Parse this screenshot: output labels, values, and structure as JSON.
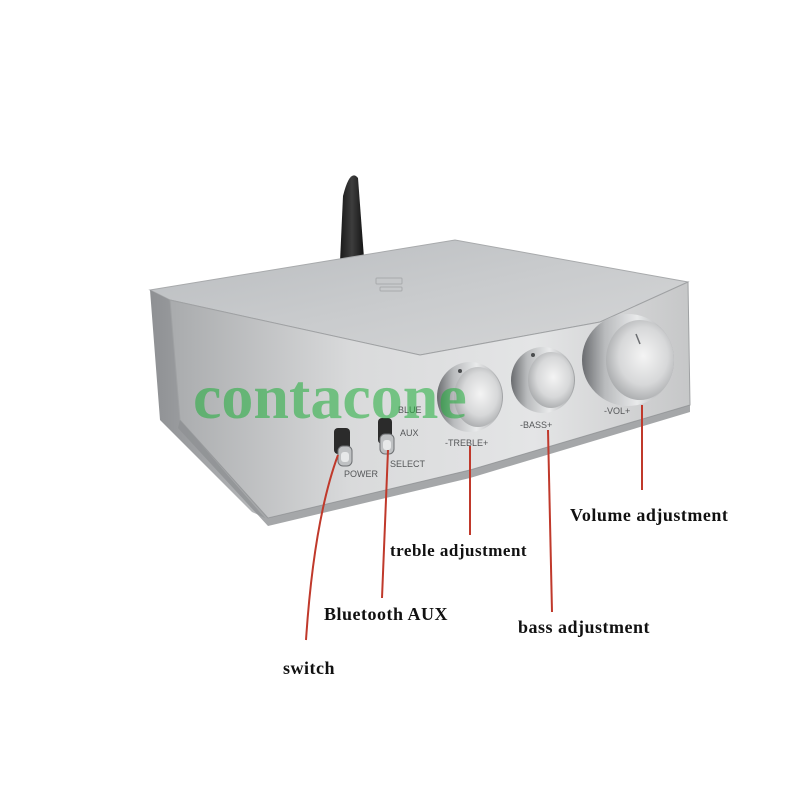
{
  "device": {
    "panel_labels": {
      "blue": "BLUE",
      "aux": "AUX",
      "select": "SELECT",
      "power": "POWER",
      "treble": "-TREBLE+",
      "bass": "-BASS+",
      "vol": "-VOL+"
    },
    "watermark": "contacone"
  },
  "callouts": {
    "volume": "Volume adjustment",
    "treble": "treble adjustment",
    "bluetooth_aux": "Bluetooth AUX",
    "bass": "bass adjustment",
    "switch": "switch"
  },
  "colors": {
    "leader_line": "#c0392b",
    "body_silver": "#c8c8c8",
    "watermark": "#1fae3a"
  }
}
